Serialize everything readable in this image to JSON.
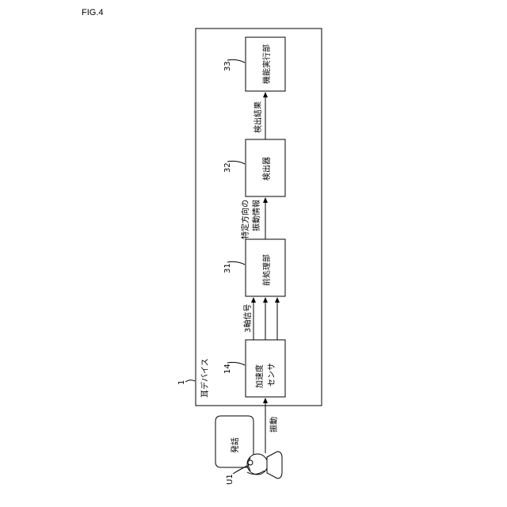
{
  "figure": {
    "label": "FIG.4"
  },
  "device": {
    "ref": "1",
    "label": "耳デバイス"
  },
  "blocks": {
    "sensor": {
      "ref": "14",
      "line1": "加速度",
      "line2": "センサ"
    },
    "preprocess": {
      "ref": "31",
      "label": "前処理部"
    },
    "detector": {
      "ref": "32",
      "label": "検出器"
    },
    "executor": {
      "ref": "33",
      "label": "機能実行部"
    }
  },
  "signals": {
    "vibration": "振動",
    "three_axis": "3軸信号",
    "direction_line1": "特定方向の",
    "direction_line2": "振動情報",
    "result": "検出結果"
  },
  "user": {
    "ref": "U1",
    "speech": "発話"
  }
}
